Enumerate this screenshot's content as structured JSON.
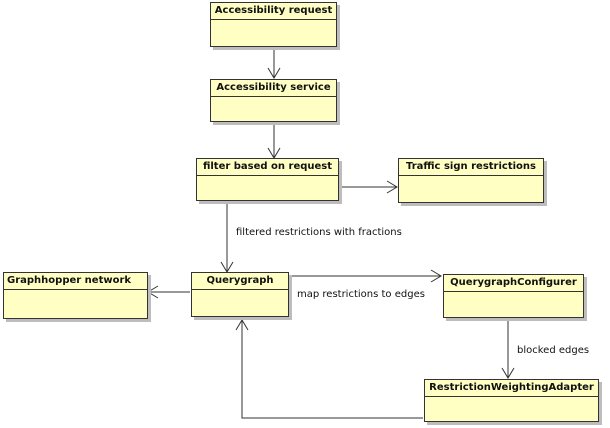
{
  "nodes": {
    "accessibility_request": "Accessibility request",
    "accessibility_service": "Accessibility service",
    "filter_based_on_request": "filter based on request",
    "traffic_sign_restrictions": "Traffic sign restrictions",
    "graphhopper_network": "Graphhopper network",
    "querygraph": "Querygraph",
    "querygraph_configurer": "QuerygraphConfigurer",
    "restriction_weighting_adapter": "RestrictionWeightingAdapter"
  },
  "edges": {
    "filtered_restrictions": "filtered restrictions with fractions",
    "map_restrictions": "map restrictions to edges",
    "blocked_edges": "blocked edges"
  },
  "colors": {
    "node_fill": "#ffffc4",
    "stroke": "#333333"
  }
}
